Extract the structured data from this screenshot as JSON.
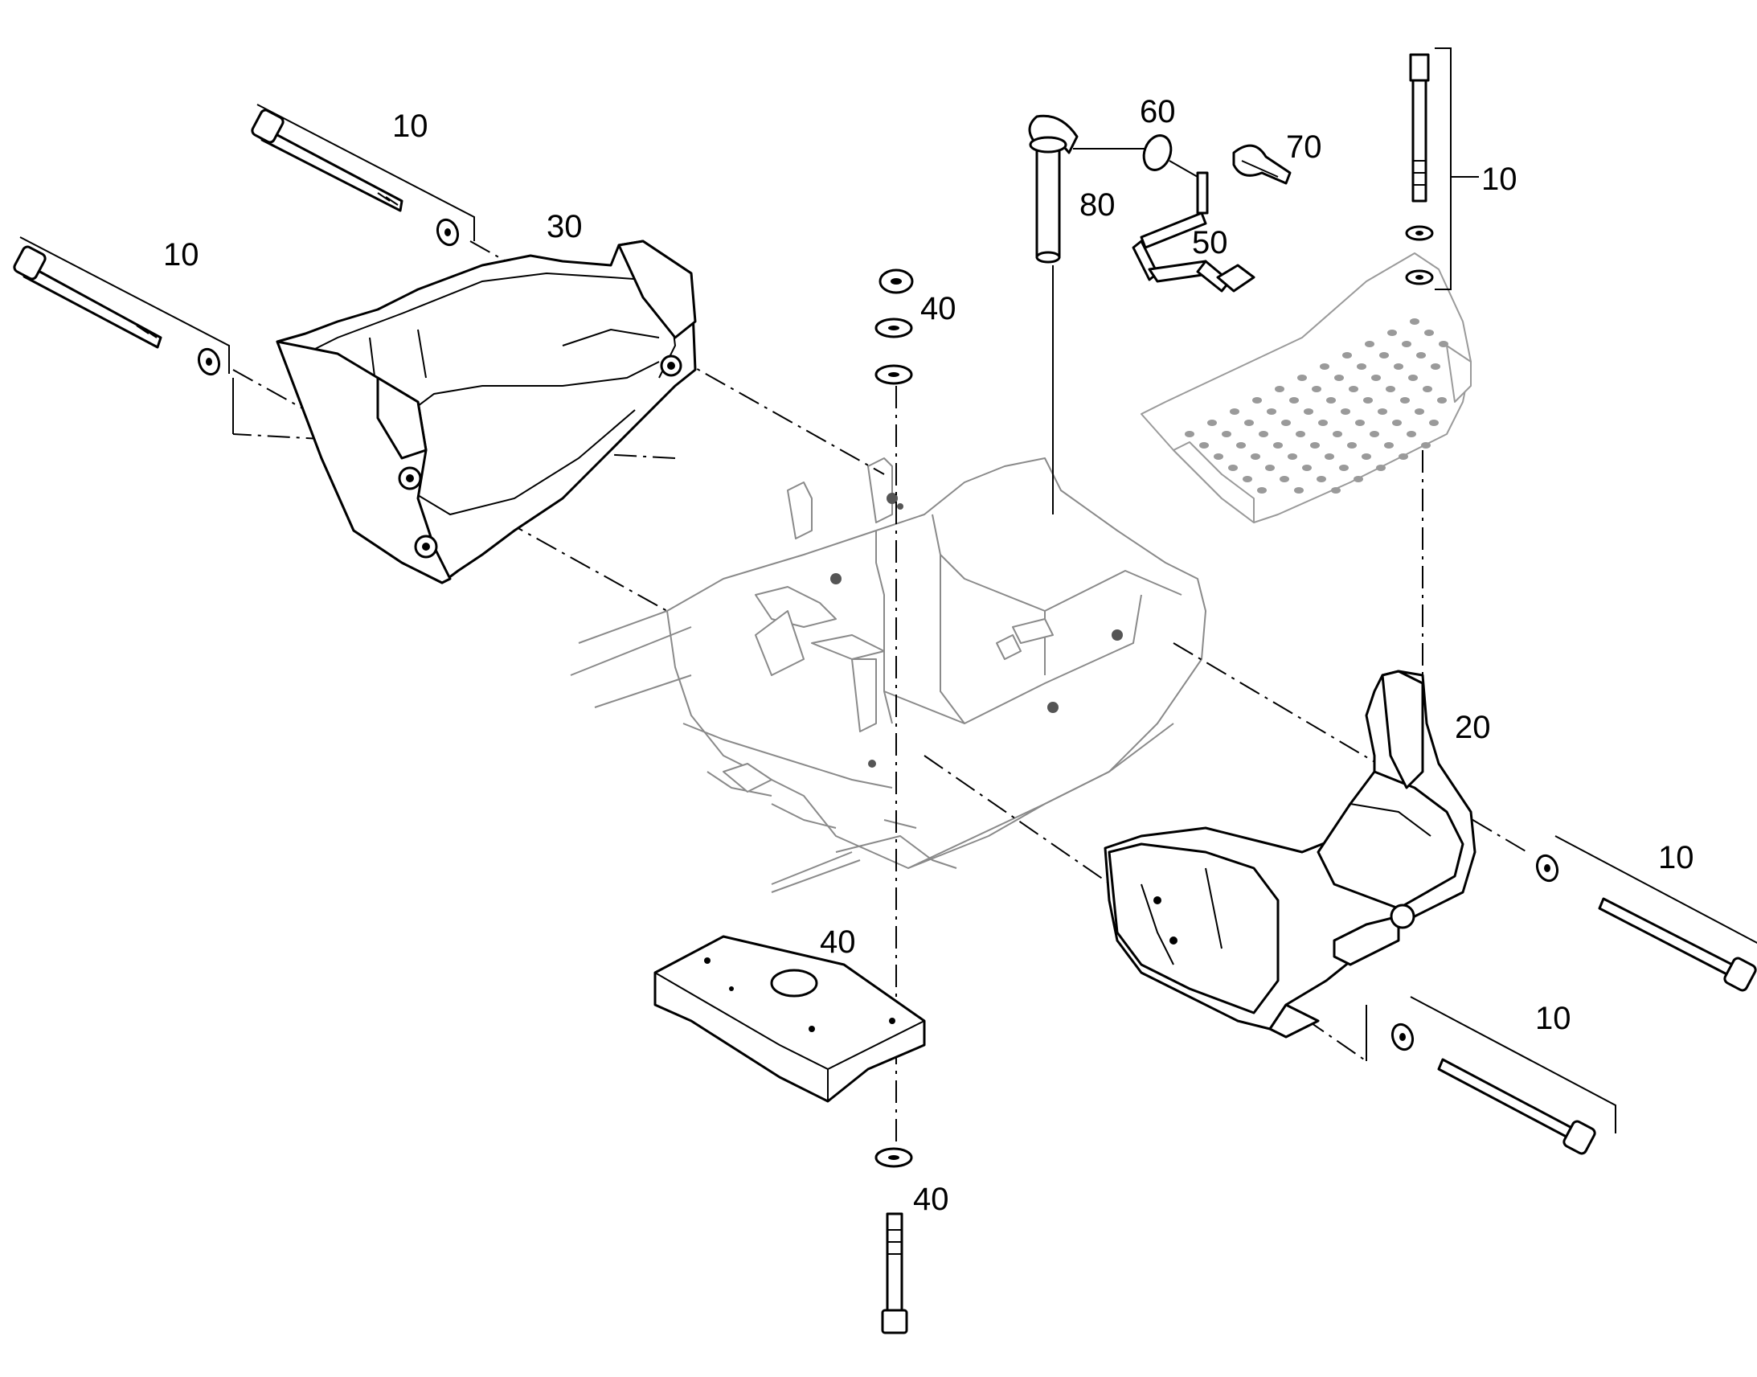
{
  "diagram": {
    "callouts": [
      {
        "id": "bolt-set-top-left-upper",
        "text": "10"
      },
      {
        "id": "bolt-set-top-left-lower",
        "text": "10"
      },
      {
        "id": "counterweight-left",
        "text": "30"
      },
      {
        "id": "fastener-set-top-center",
        "text": "40"
      },
      {
        "id": "pin",
        "text": "80"
      },
      {
        "id": "ring",
        "text": "60"
      },
      {
        "id": "lynch-pin",
        "text": "70"
      },
      {
        "id": "chain",
        "text": "50"
      },
      {
        "id": "bolt-set-top-right",
        "text": "10"
      },
      {
        "id": "counterweight-right",
        "text": "20"
      },
      {
        "id": "bolt-set-right-upper",
        "text": "10"
      },
      {
        "id": "bolt-set-right-lower",
        "text": "10"
      },
      {
        "id": "plate-block",
        "text": "40"
      },
      {
        "id": "bolt-set-bottom-center",
        "text": "40"
      }
    ]
  }
}
